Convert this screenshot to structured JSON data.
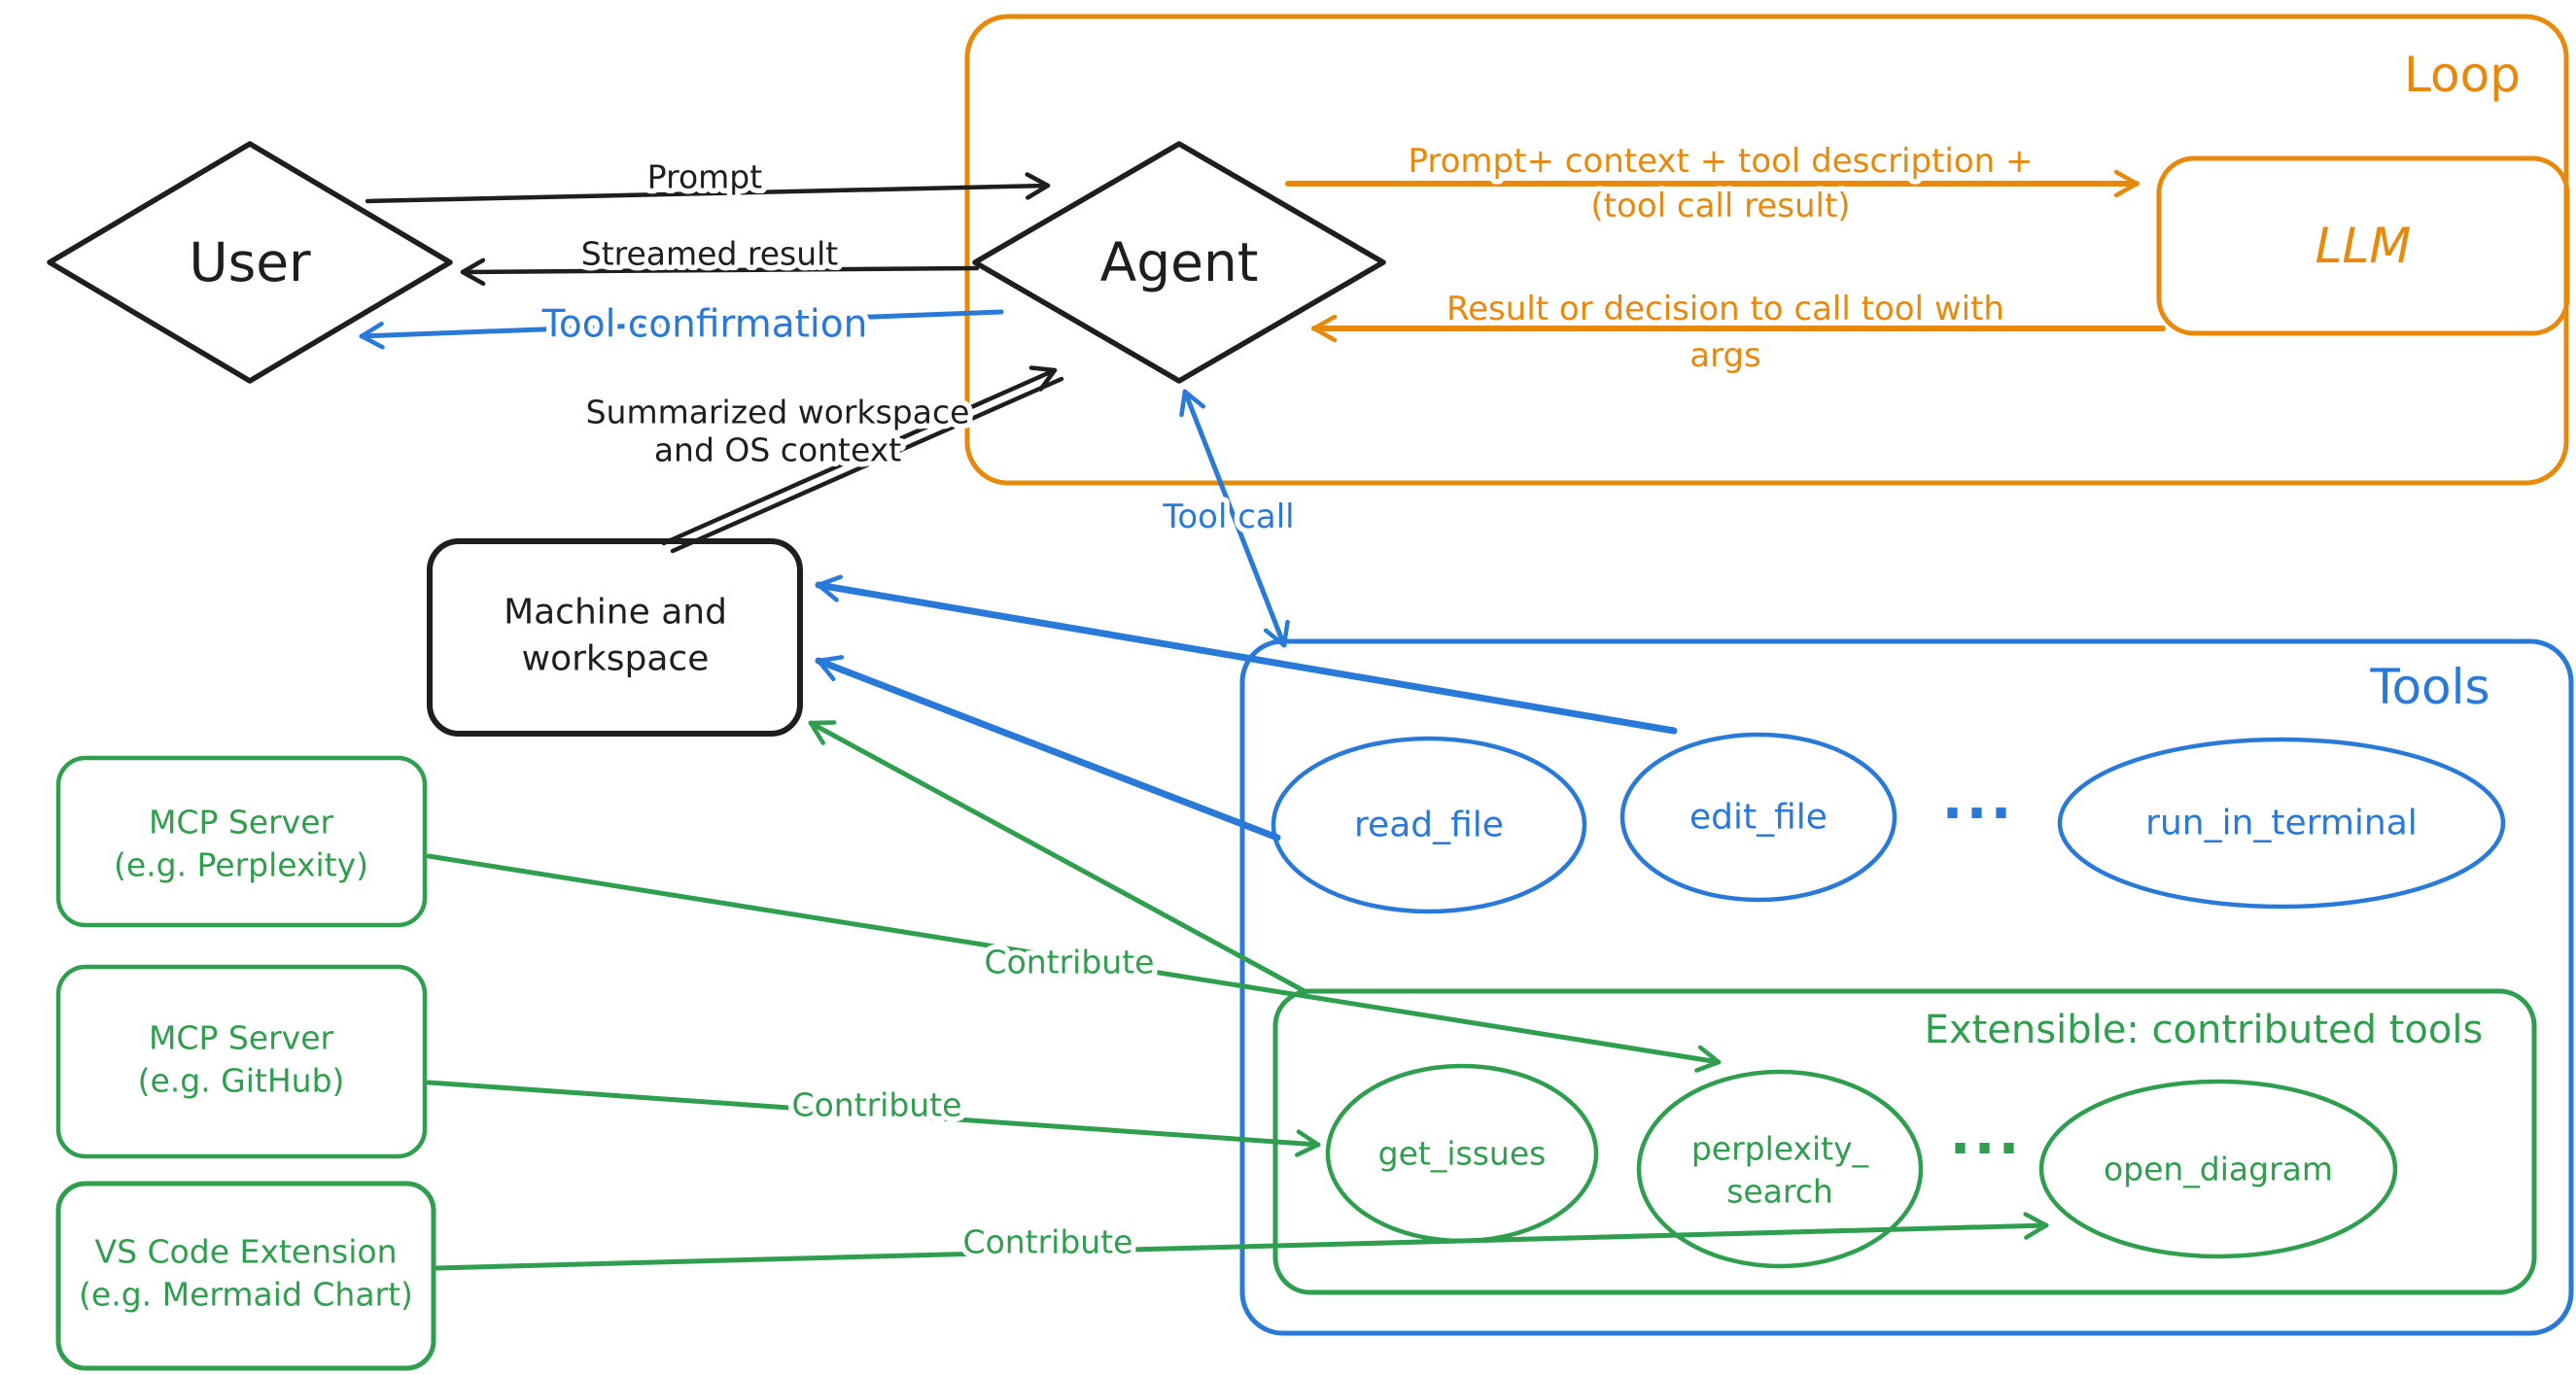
{
  "diagram": {
    "colors": {
      "ink": "#1e1e1e",
      "orange": "#e8890c",
      "blue": "#2979d9",
      "green": "#2f9e4f",
      "background": "#ffffff"
    },
    "containers": {
      "loop": {
        "title": "Loop"
      },
      "tools": {
        "title": "Tools"
      },
      "extensible": {
        "title": "Extensible: contributed tools"
      }
    },
    "nodes": {
      "user": {
        "label": "User"
      },
      "agent": {
        "label": "Agent"
      },
      "llm": {
        "label": "LLM"
      },
      "machine": {
        "label_line1": "Machine and",
        "label_line2": "workspace"
      },
      "mcp_server_perplexity": {
        "label_line1": "MCP Server",
        "label_line2": "(e.g. Perplexity)"
      },
      "mcp_server_github": {
        "label_line1": "MCP Server",
        "label_line2": "(e.g. GitHub)"
      },
      "vscode_extension": {
        "label_line1": "VS Code Extension",
        "label_line2": "(e.g. Mermaid Chart)"
      }
    },
    "builtin_tools": {
      "read_file": "read_file",
      "edit_file": "edit_file",
      "ellipsis": "...",
      "run_in_terminal": "run_in_terminal"
    },
    "contributed_tools": {
      "get_issues": "get_issues",
      "perplexity_search_line1": "perplexity_",
      "perplexity_search_line2": "search",
      "ellipsis": "...",
      "open_diagram": "open_diagram"
    },
    "edges": {
      "prompt": {
        "label": "Prompt"
      },
      "streamed_result": {
        "label": "Streamed result"
      },
      "tool_confirmation": {
        "label": "Tool confirmation"
      },
      "workspace_context": {
        "label_line1": "Summarized workspace",
        "label_line2": "and OS context"
      },
      "agent_to_llm": {
        "label_line1": "Prompt+ context + tool description +",
        "label_line2": "(tool call result)"
      },
      "llm_to_agent": {
        "label_line1": "Result or decision to call tool with",
        "label_line2": "args"
      },
      "tool_call": {
        "label": "Tool call"
      },
      "contribute_perplexity": {
        "label": "Contribute"
      },
      "contribute_github": {
        "label": "Contribute"
      },
      "contribute_vscode": {
        "label": "Contribute"
      }
    }
  }
}
